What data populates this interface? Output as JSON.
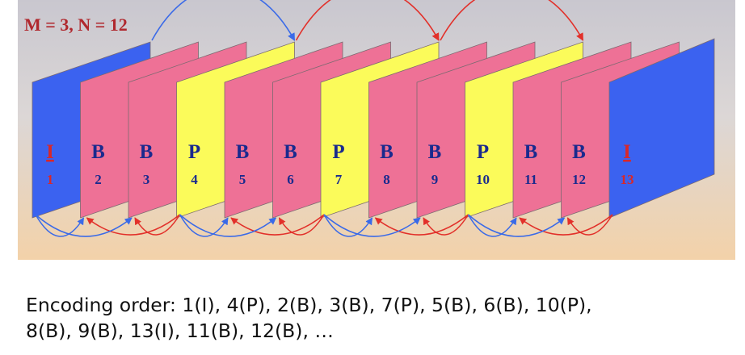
{
  "gop_label": "M = 3, N = 12",
  "frames": [
    {
      "type": "I",
      "number": "1"
    },
    {
      "type": "B",
      "number": "2"
    },
    {
      "type": "B",
      "number": "3"
    },
    {
      "type": "P",
      "number": "4"
    },
    {
      "type": "B",
      "number": "5"
    },
    {
      "type": "B",
      "number": "6"
    },
    {
      "type": "P",
      "number": "7"
    },
    {
      "type": "B",
      "number": "8"
    },
    {
      "type": "B",
      "number": "9"
    },
    {
      "type": "P",
      "number": "10"
    },
    {
      "type": "B",
      "number": "11"
    },
    {
      "type": "B",
      "number": "12"
    },
    {
      "type": "I",
      "number": "13"
    }
  ],
  "colors": {
    "I": "#3b62f0",
    "B": "#ee7196",
    "P": "#fbfb5a",
    "label_I": "#d8282a",
    "label_default": "#1a2a8e",
    "forward_arrow": "#e2302a",
    "backward_arrow": "#3a6ae8"
  },
  "caption": {
    "line1": "Encoding order: 1(I), 4(P), 2(B), 3(B), 7(P), 5(B), 6(B), 10(P),",
    "line2": "8(B), 9(B), 13(I), 11(B), 12(B), …"
  }
}
